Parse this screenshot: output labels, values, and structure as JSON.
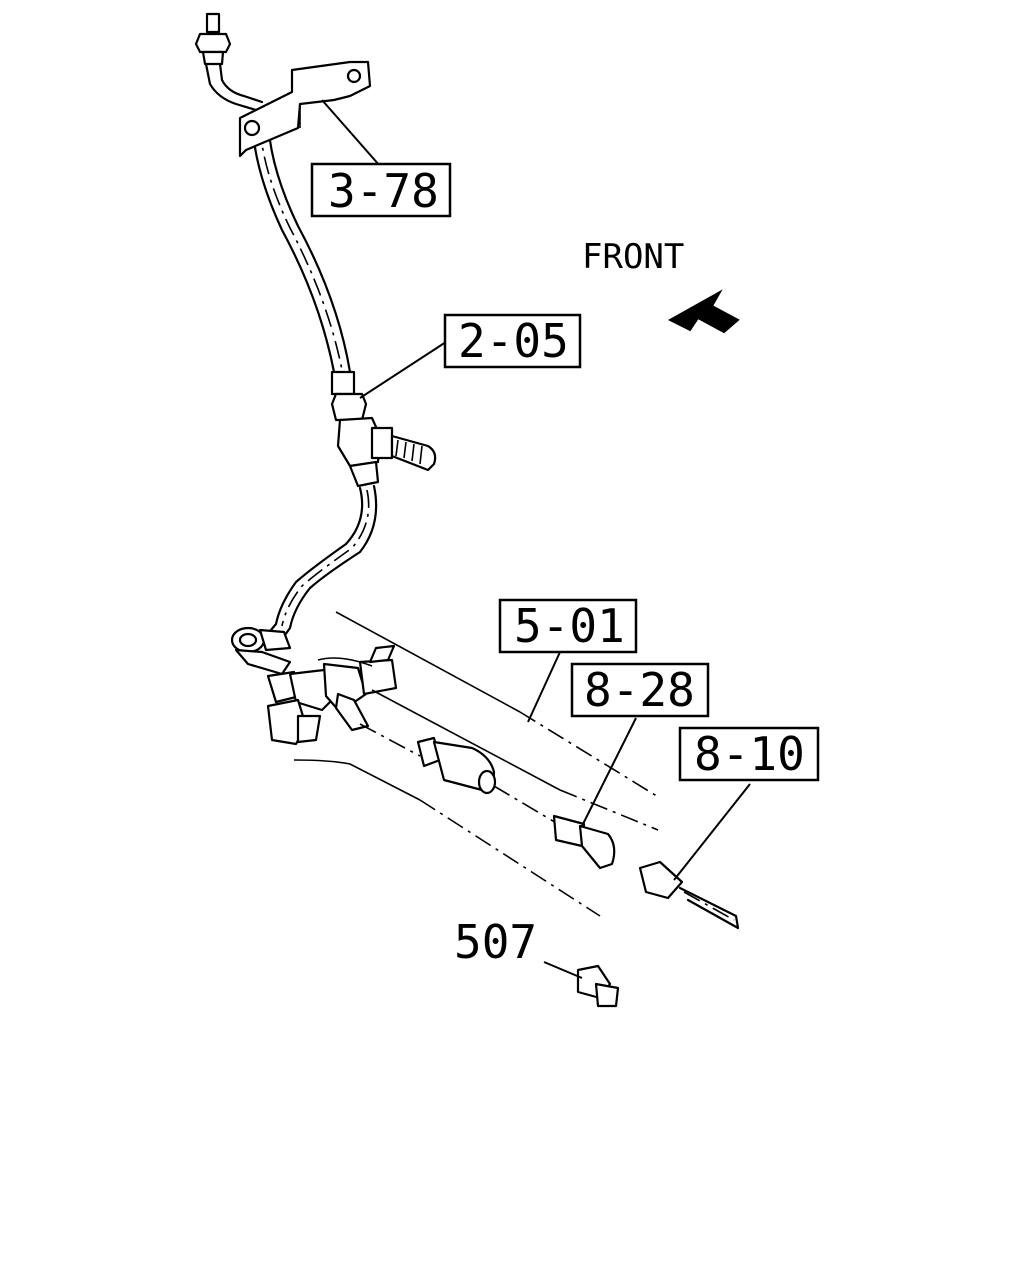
{
  "direction_label": "FRONT",
  "callouts": [
    {
      "id": "c378",
      "text": "3-78"
    },
    {
      "id": "c205",
      "text": "2-05"
    },
    {
      "id": "c501",
      "text": "5-01"
    },
    {
      "id": "c828",
      "text": "8-28"
    },
    {
      "id": "c810",
      "text": "8-10"
    }
  ],
  "part_number": "507"
}
